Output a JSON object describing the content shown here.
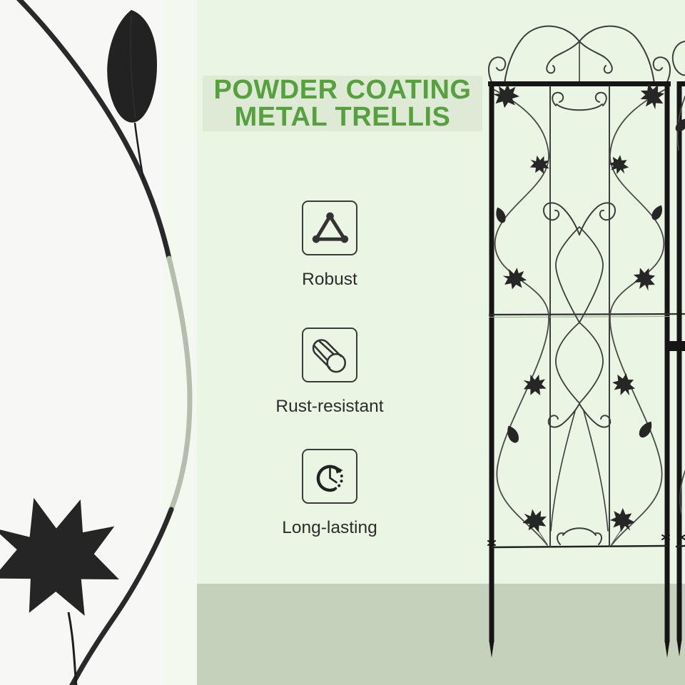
{
  "title": {
    "line1": "POWDER COATING",
    "line2": "METAL TRELLIS"
  },
  "features": [
    {
      "icon": "triangle-nodes-icon",
      "label": "Robust"
    },
    {
      "icon": "metal-rod-icon",
      "label": "Rust-resistant"
    },
    {
      "icon": "clock-history-icon",
      "label": "Long-lasting"
    }
  ],
  "illustrations": {
    "left_art": "black-vine-with-leaves",
    "right_art": "decorative-metal-trellis-panels"
  },
  "colors": {
    "left_background": "#f7f7f6",
    "pale_strip": "#f3f9ef",
    "panel_green": "#eaf5e3",
    "title_text_green": "#55a23d",
    "title_band": "#dfead6",
    "bottom_band": "#c6d1bb",
    "artwork_black": "#262626",
    "label_text": "#2c2c2c"
  }
}
